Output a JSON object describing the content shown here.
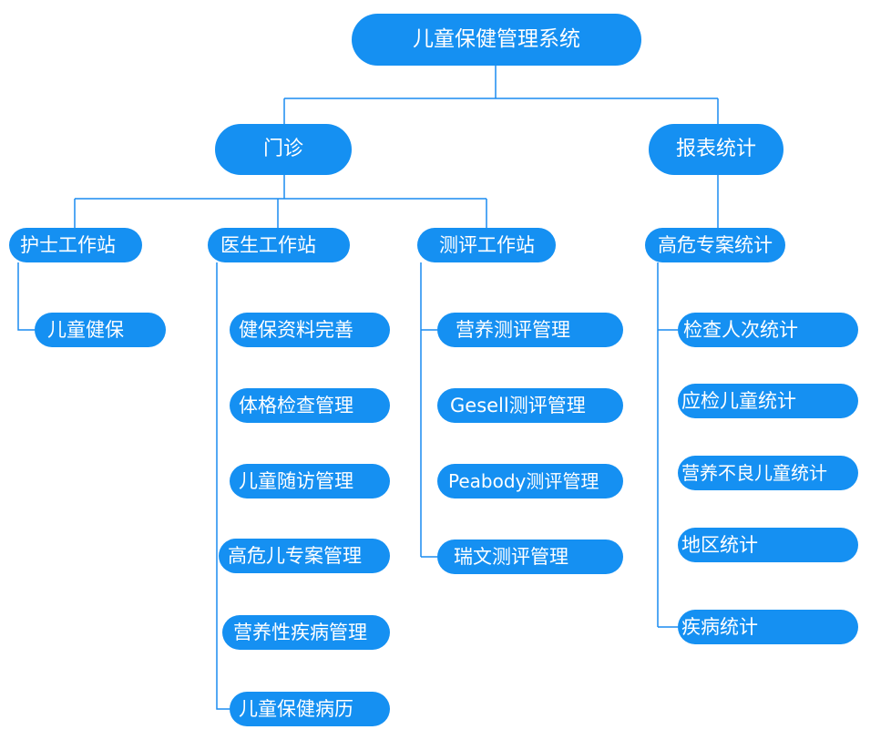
{
  "root": {
    "label": "儿童保健管理系统"
  },
  "branches": [
    {
      "label": "门诊",
      "stations": [
        {
          "label": "护士工作站",
          "items": [
            "儿童健保"
          ]
        },
        {
          "label": "医生工作站",
          "items": [
            "健保资料完善",
            "体格检查管理",
            "儿童随访管理",
            "高危儿专案管理",
            "营养性疾病管理",
            "儿童保健病历"
          ]
        },
        {
          "label": "测评工作站",
          "items": [
            "营养测评管理",
            "Gesell测评管理",
            "Peabody测评管理",
            "瑞文测评管理"
          ]
        }
      ]
    },
    {
      "label": "报表统计",
      "stations": [
        {
          "label": "高危专案统计",
          "items": [
            "检查人次统计",
            "应检儿童统计",
            "营养不良儿童统计",
            "地区统计",
            "疾病统计"
          ]
        }
      ]
    }
  ],
  "colors": {
    "node_fill": "#1590f2",
    "node_text": "#ffffff",
    "connector": "#1a8cf0"
  }
}
